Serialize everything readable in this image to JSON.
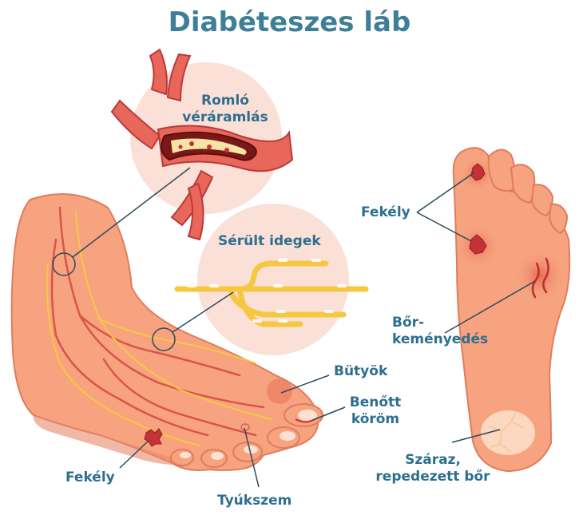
{
  "title": "Diabéteszes láb",
  "labels": {
    "blood_flow": [
      "Romló",
      "véráramlás"
    ],
    "nerves": "Sérült idegek",
    "ulcer_left": "Fekély",
    "ulcer_right": "Fekély",
    "bunion": "Bütyök",
    "ingrown_nail": [
      "Benőtt",
      "köröm"
    ],
    "callus": [
      "Bőr-",
      "keményedés"
    ],
    "corn": "Tyúkszem",
    "dry_skin": [
      "Száraz,",
      "repedezett bőr"
    ]
  },
  "colors": {
    "title": "#3d7f97",
    "label": "#2d6f8e",
    "skin": "#f7a37f",
    "skin_shadow": "#e9896a",
    "vessel": "#d9544a",
    "nerve": "#f6c842",
    "bubble": "#fbe0d8"
  }
}
